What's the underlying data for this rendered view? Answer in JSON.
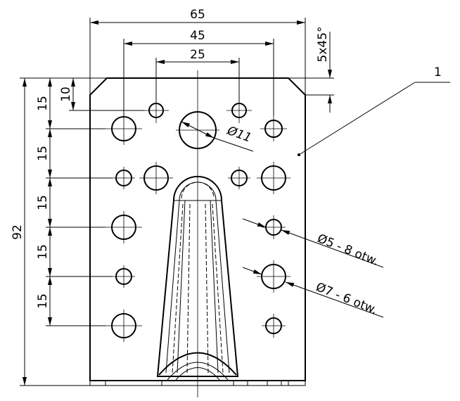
{
  "dimensions": {
    "width_total": "65",
    "width_outer_holes": "45",
    "width_inner_holes": "25",
    "height_total": "92",
    "pitch_1": "15",
    "pitch_2": "15",
    "pitch_3": "15",
    "pitch_4": "15",
    "pitch_5": "15",
    "top_offset": "10",
    "chamfer": "5x45°"
  },
  "callouts": {
    "big_hole": "Ø11",
    "small_holes": "Ø5 - 8 otw.",
    "medium_holes": "Ø7 - 6 otw.",
    "part_number": "1"
  }
}
